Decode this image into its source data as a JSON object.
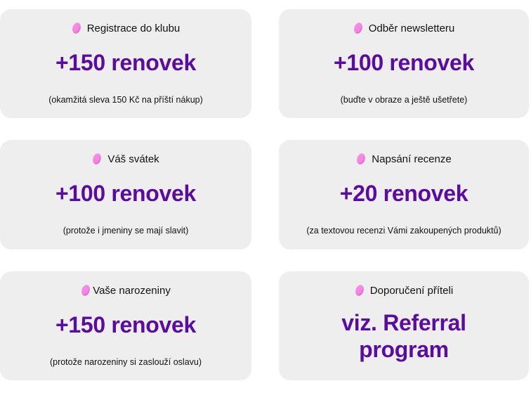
{
  "colors": {
    "card_background": "#eeeeee",
    "accent_purple": "#5a0ca0",
    "coin_pink": "#f07ee0",
    "text": "#111111"
  },
  "cards": [
    {
      "title": "Registrace do klubu",
      "icon": "pink-coin-icon",
      "value": "+150 renovek",
      "subtitle": "(okamžitá sleva 150 Kč na příští nákup)"
    },
    {
      "title": "Odběr newsletteru",
      "icon": "pink-coin-icon",
      "value": "+100 renovek",
      "subtitle": "(buďte v obraze a ještě ušetřete)"
    },
    {
      "title": "Váš svátek",
      "icon": "pink-coin-icon",
      "value": "+100 renovek",
      "subtitle": "(protože i jmeniny se mají slavit)"
    },
    {
      "title": "Napsání recenze",
      "icon": "pink-coin-icon",
      "value": "+20 renovek",
      "subtitle": "(za textovou recenzi Vámi zakoupených produktů)"
    },
    {
      "title": "Vaše narozeniny",
      "icon": "pink-coin-icon",
      "value": "+150 renovek",
      "subtitle": "(protože narozeniny si zaslouží oslavu)"
    },
    {
      "title": "Doporučení příteli",
      "icon": "pink-coin-icon",
      "value_line1": "viz. Referral",
      "value_line2": "program"
    }
  ]
}
